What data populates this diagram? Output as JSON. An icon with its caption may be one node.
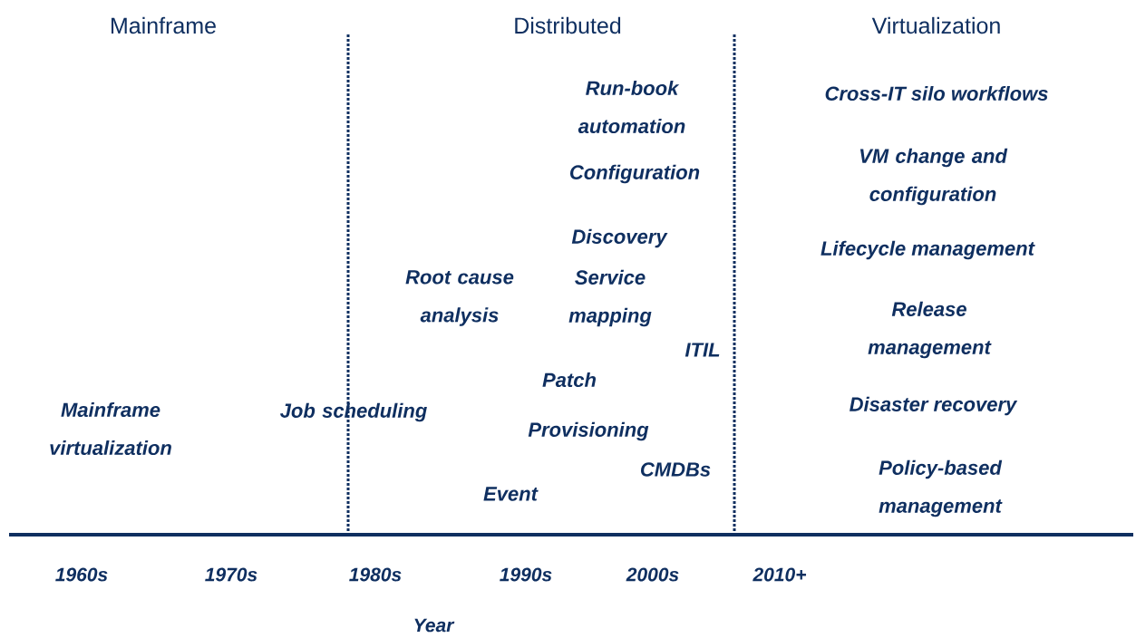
{
  "diagram": {
    "labels": [
      "Mainframe",
      "Distributed",
      "Virtualization",
      "Run-book automation",
      "Cross-IT silo workflows",
      "Configuration",
      "VM change and configuration",
      "Discovery",
      "Lifecycle management",
      "Root cause analysis",
      "Service mapping",
      "Release management",
      "ITIL",
      "Patch",
      "Job scheduling",
      "Mainframe virtualization",
      "Disaster recovery",
      "Provisioning",
      "CMDBs",
      "Policy-based management",
      "Event",
      "1960s",
      "1970s",
      "1980s",
      "1990s",
      "2000s",
      "2010+",
      "Year"
    ]
  }
}
